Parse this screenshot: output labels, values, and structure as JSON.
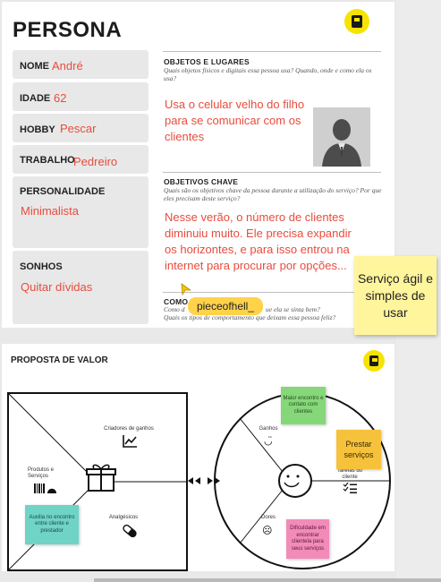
{
  "persona": {
    "title": "PERSONA",
    "fields": [
      {
        "label": "NOME",
        "value": "André"
      },
      {
        "label": "IDADE",
        "value": "62"
      },
      {
        "label": "HOBBY",
        "value": "Pescar"
      },
      {
        "label": "TRABALHO",
        "value": "Pedreiro"
      },
      {
        "label": "PERSONALIDADE",
        "value": "Minimalista"
      },
      {
        "label": "SONHOS",
        "value": "Quitar dívidas"
      }
    ],
    "sections": {
      "objetos": {
        "title": "OBJETOS E LUGARES",
        "question": "Quais objetos físicos e digitais essa pessoa usa? Quando, onde e como ela os usa?",
        "answer": "Usa o celular velho do filho para se comunicar com os clientes"
      },
      "objetivos": {
        "title": "OBJETIVOS CHAVE",
        "question": "Quais são os objetivos chave da pessoa durante a utilização do serviço? Por que eles precisam deste serviço?",
        "answer": "Nesse verão, o número de clientes diminuiu muito. Ele precisa expandir os horizontes, e para isso entrou na internet para procurar por opções..."
      },
      "como": {
        "title": "COMO D",
        "question_1": "Como d",
        "question_1_end": "ue ela se sinta bem?",
        "question_2": "Quais os tipos de comportamento que deixam essa pessoa feliz?"
      }
    }
  },
  "sticky_note": "Serviço ágil e simples de usar",
  "cursor_tag": "pieceofhell_",
  "proposta": {
    "title": "PROPOSTA DE VALOR",
    "left_labels": {
      "criadores": "Criadores de ganhos",
      "produtos": "Produtos e Serviços",
      "analgesicos": "Analgésicos"
    },
    "right_labels": {
      "ganhos": "Ganhos",
      "tarefas": "Tarefas do cliente",
      "dores": "Dores"
    },
    "notes": {
      "teal": "Auxilia no encontro entre cliente e prestador",
      "green": "Maior encontro e contato com clientes",
      "yellow": "Prestar serviços",
      "pink": "Dificuldade em encontrar clientela para seus serviços"
    }
  },
  "colors": {
    "accent_red": "#e84c3d",
    "logo_yellow": "#f6e300",
    "sticky_yellow": "#fff59c",
    "note_teal": "#6fd3c6",
    "note_green": "#86d77a",
    "note_orange": "#f7c23b",
    "note_pink": "#f28bb9"
  }
}
